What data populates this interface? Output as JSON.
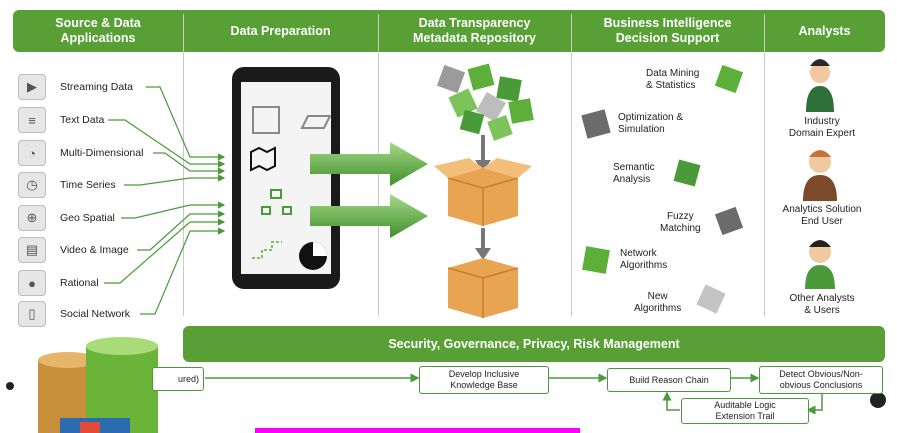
{
  "header": {
    "col1": "Source & Data\nApplications",
    "col2": "Data Preparation",
    "col3": "Data Transparency\nMetadata Repository",
    "col4": "Business Intelligence\nDecision Support",
    "col5": "Analysts"
  },
  "sources": [
    {
      "label": "Streaming Data",
      "icon": "play-icon"
    },
    {
      "label": "Text Data",
      "icon": "document-icon"
    },
    {
      "label": "Multi-Dimensional",
      "icon": "rss-icon"
    },
    {
      "label": "Time Series",
      "icon": "clock-icon"
    },
    {
      "label": "Geo Spatial",
      "icon": "globe-icon"
    },
    {
      "label": "Video & Image",
      "icon": "film-icon"
    },
    {
      "label": "Rational",
      "icon": "person-icon"
    },
    {
      "label": "Social Network",
      "icon": "mobile-icon"
    }
  ],
  "bi": {
    "mining": "Data Mining\n& Statistics",
    "optimization": "Optimization &\nSimulation",
    "semantic": "Semantic\nAnalysis",
    "fuzzy": "Fuzzy\nMatching",
    "network": "Network\nAlgorithms",
    "newalg": "New\nAlgorithms"
  },
  "analysts": {
    "a1": "Industry\nDomain Expert",
    "a2": "Analytics Solution\nEnd User",
    "a3": "Other Analysts\n& Users"
  },
  "security": "Security, Governance, Privacy, Risk Management",
  "flow": {
    "f0": "ured)",
    "f1": "Develop Inclusive\nKnowledge Base",
    "f2": "Build Reason Chain",
    "f3": "Detect Obvious/Non-\nobvious Conclusions",
    "f4": "Auditable Logic\nExtension Trail"
  },
  "colors": {
    "accent": "#58a036",
    "puzzle": "#5cb03a",
    "box": "#e9a452"
  }
}
